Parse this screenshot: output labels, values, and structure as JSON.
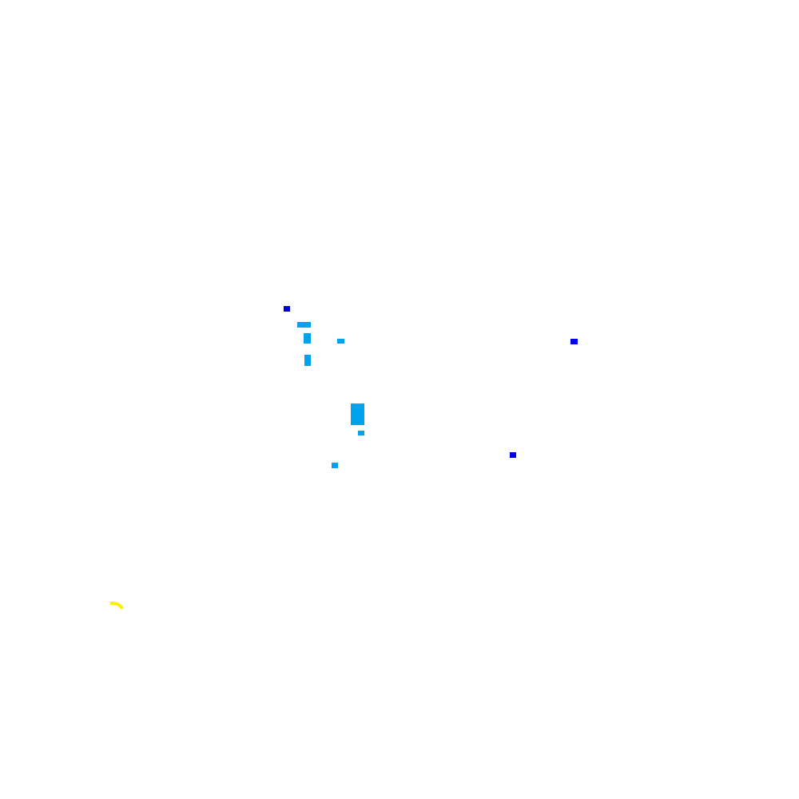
{
  "background": "#ffffff",
  "colors": {
    "navy": "#0000cc",
    "blue": "#0000ee",
    "sky": "#00a2ee",
    "yellow": "#ffee00"
  },
  "marks": [
    {
      "id": "mark-1",
      "kind": "rect",
      "color_key": "navy"
    },
    {
      "id": "mark-2",
      "kind": "rect",
      "color_key": "sky"
    },
    {
      "id": "mark-3",
      "kind": "rect",
      "color_key": "sky"
    },
    {
      "id": "mark-4",
      "kind": "rect",
      "color_key": "sky"
    },
    {
      "id": "mark-5",
      "kind": "rect",
      "color_key": "sky"
    },
    {
      "id": "mark-6",
      "kind": "rect",
      "color_key": "blue"
    },
    {
      "id": "mark-7",
      "kind": "rect",
      "color_key": "sky"
    },
    {
      "id": "mark-8",
      "kind": "rect",
      "color_key": "sky"
    },
    {
      "id": "mark-9",
      "kind": "rect",
      "color_key": "blue"
    },
    {
      "id": "mark-10",
      "kind": "rect",
      "color_key": "sky"
    },
    {
      "id": "mark-11",
      "kind": "arc",
      "color_key": "yellow"
    }
  ]
}
